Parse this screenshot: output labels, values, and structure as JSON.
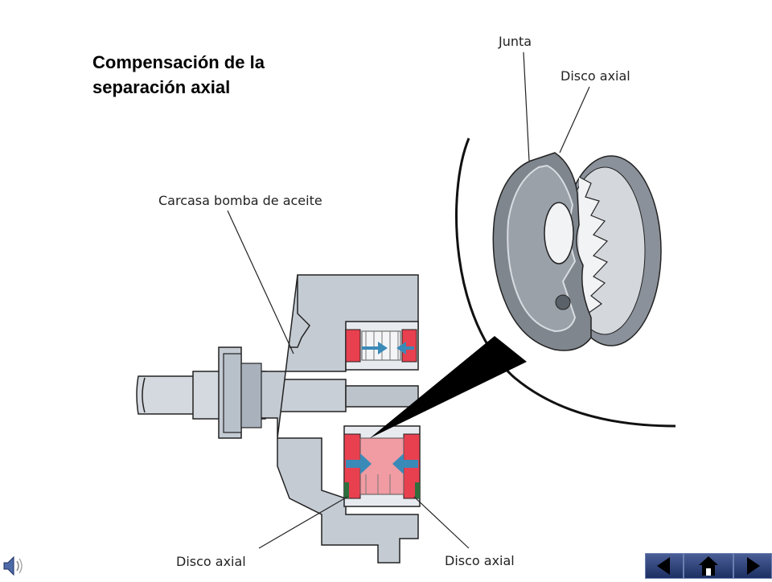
{
  "title": {
    "line1": "Compensación de la",
    "line2": "separación axial"
  },
  "labels": {
    "junta": "Junta",
    "disco_axial_top": "Disco axial",
    "carcasa": "Carcasa bomba de aceite",
    "disco_axial_bottom_left": "Disco axial",
    "disco_axial_bottom_right": "Disco axial"
  },
  "nav": {
    "prev_icon": "triangle-left-icon",
    "home_icon": "home-icon",
    "next_icon": "triangle-right-icon",
    "sound_icon": "speaker-icon"
  },
  "colors": {
    "housing": "#c4cbd3",
    "seal": "#e8404f",
    "arrow": "#3a8ab8",
    "green": "#2f6f3e",
    "nav": "#2b3d75"
  }
}
